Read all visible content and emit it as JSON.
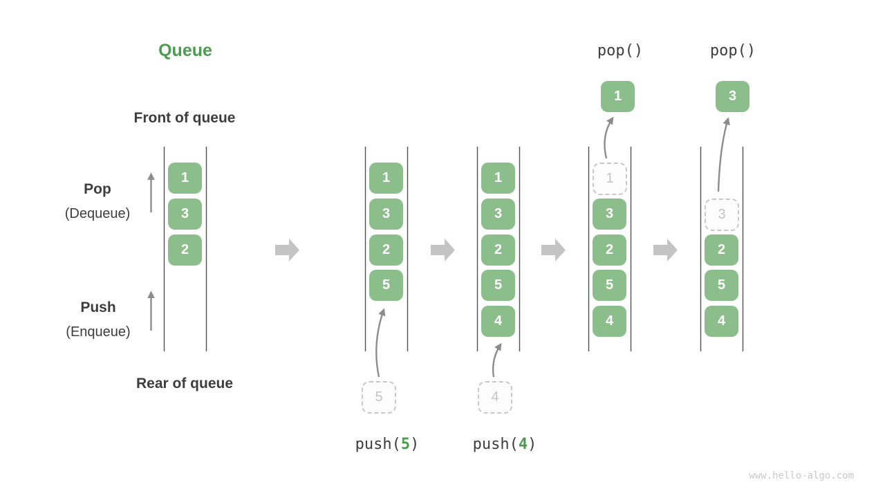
{
  "diagram": {
    "title": "Queue",
    "front_label": "Front of queue",
    "rear_label": "Rear of queue",
    "pop_action": {
      "label": "Pop",
      "sublabel": "(Dequeue)"
    },
    "push_action": {
      "label": "Push",
      "sublabel": "(Enqueue)"
    },
    "watermark": "www.hello-algo.com"
  },
  "colors": {
    "accent_green": "#4c9b51",
    "box_green": "#8cbe8c",
    "text_dark": "#3d3d3d",
    "thin_arrow_gray": "#8c8c8c",
    "block_arrow_gray": "#c4c4c4",
    "rail_gray": "#4f4f4f",
    "ghost_gray": "#c8c8c8"
  },
  "states": [
    {
      "slots": {
        "0": "1",
        "1": "3",
        "2": "2"
      }
    },
    {
      "slots": {
        "0": "1",
        "1": "3",
        "2": "2",
        "3": "5"
      },
      "incoming": "5",
      "op": {
        "fn": "push(",
        "arg": "5",
        "close": ")"
      }
    },
    {
      "slots": {
        "0": "1",
        "1": "3",
        "2": "2",
        "3": "5",
        "4": "4"
      },
      "incoming": "4",
      "op": {
        "fn": "push(",
        "arg": "4",
        "close": ")"
      }
    },
    {
      "slots": {
        "1": "3",
        "2": "2",
        "3": "5",
        "4": "4"
      },
      "ghost": "1",
      "popped": "1",
      "op": {
        "fn": "pop()"
      }
    },
    {
      "slots": {
        "2": "2",
        "3": "5",
        "4": "4"
      },
      "ghost": "3",
      "popped": "3",
      "op": {
        "fn": "pop()"
      }
    }
  ]
}
